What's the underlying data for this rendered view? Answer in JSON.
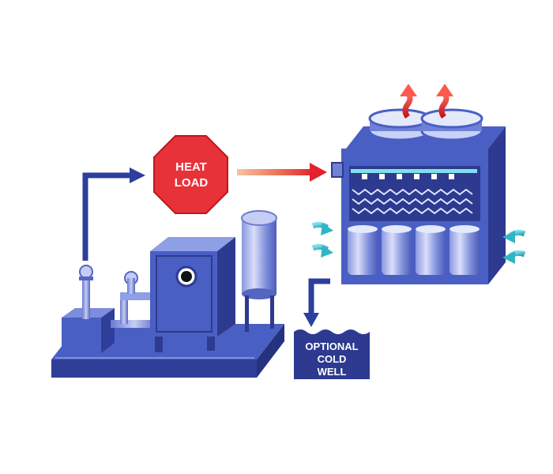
{
  "heat_load": {
    "line1": "HEAT",
    "line2": "LOAD"
  },
  "cold_well": {
    "line1": "OPTIONAL",
    "line2": "COLD",
    "line3": "WELL"
  },
  "colors": {
    "equipment_blue": "#4a5fc4",
    "equipment_dark": "#2d3a8f",
    "equipment_light": "#8f9fe6",
    "heat_red": "#e8323a",
    "air_teal": "#2fb5c6",
    "flow_arrow_blue": "#2c3f9c"
  },
  "icons": {
    "heat_load_sign": "octagon-stop-sign",
    "heat_exhaust": "wavy-up-arrow",
    "air_inlet": "curved-teal-arrow"
  }
}
